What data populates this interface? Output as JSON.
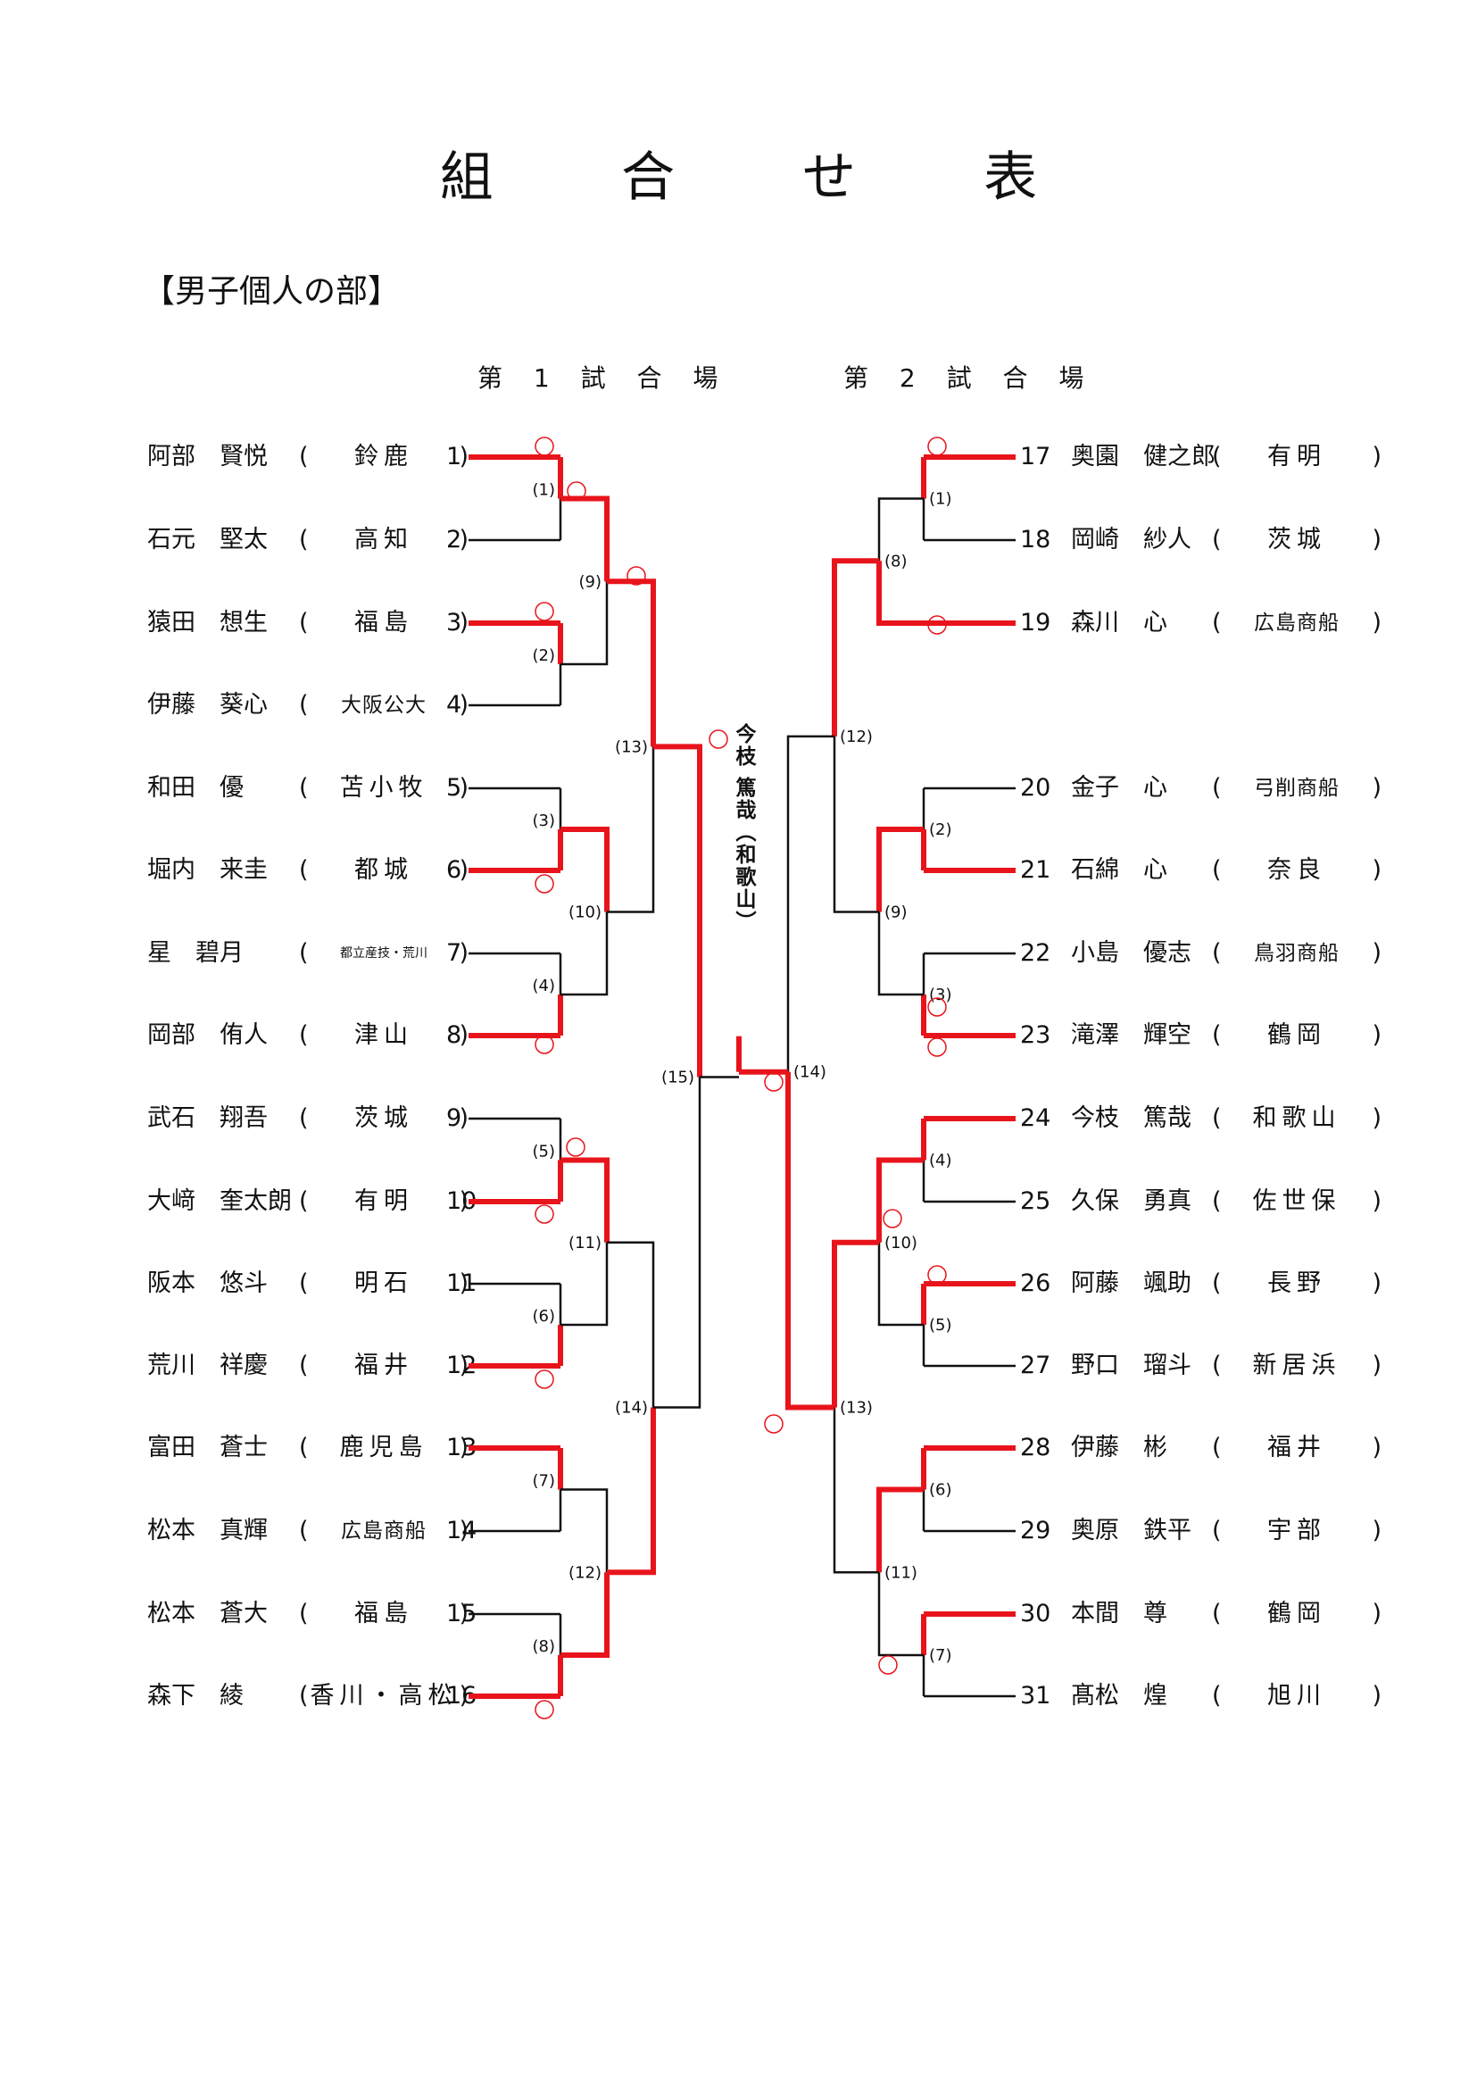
{
  "title": "組 合 せ 表",
  "division": "【男子個人の部】",
  "venues": [
    "第 1 試 合 場",
    "第 2 試 合 場"
  ],
  "winner": "今枝 篤哉（和歌山）",
  "colors": {
    "line": "#111111",
    "win": "#e8141b"
  },
  "left_players": [
    {
      "num": "1",
      "name": "阿部　賢悦",
      "school": "鈴鹿"
    },
    {
      "num": "2",
      "name": "石元　堅太",
      "school": "高知"
    },
    {
      "num": "3",
      "name": "猿田　想生",
      "school": "福島"
    },
    {
      "num": "4",
      "name": "伊藤　葵心",
      "school": "大阪公大"
    },
    {
      "num": "5",
      "name": "和田　優",
      "school": "苫小牧"
    },
    {
      "num": "6",
      "name": "堀内　来圭",
      "school": "都城"
    },
    {
      "num": "7",
      "name": "星　碧月",
      "school": "都立産技・荒川"
    },
    {
      "num": "8",
      "name": "岡部　侑人",
      "school": "津山"
    },
    {
      "num": "9",
      "name": "武石　翔吾",
      "school": "茨城"
    },
    {
      "num": "10",
      "name": "大﨑　奎太朗",
      "school": "有明"
    },
    {
      "num": "11",
      "name": "阪本　悠斗",
      "school": "明石"
    },
    {
      "num": "12",
      "name": "荒川　祥慶",
      "school": "福井"
    },
    {
      "num": "13",
      "name": "富田　蒼士",
      "school": "鹿児島"
    },
    {
      "num": "14",
      "name": "松本　真輝",
      "school": "広島商船"
    },
    {
      "num": "15",
      "name": "松本　蒼大",
      "school": "福島"
    },
    {
      "num": "16",
      "name": "森下　綾",
      "school": "香川・高松"
    }
  ],
  "right_players": [
    {
      "num": "17",
      "name": "奥園　健之郎",
      "school": "有明"
    },
    {
      "num": "18",
      "name": "岡崎　紗人",
      "school": "茨城"
    },
    {
      "num": "19",
      "name": "森川　心",
      "school": "広島商船"
    },
    {
      "num": "20",
      "name": "金子　心",
      "school": "弓削商船"
    },
    {
      "num": "21",
      "name": "石綿　心",
      "school": "奈良"
    },
    {
      "num": "22",
      "name": "小島　優志",
      "school": "鳥羽商船"
    },
    {
      "num": "23",
      "name": "滝澤　輝空",
      "school": "鶴岡"
    },
    {
      "num": "24",
      "name": "今枝　篤哉",
      "school": "和歌山"
    },
    {
      "num": "25",
      "name": "久保　勇真",
      "school": "佐世保"
    },
    {
      "num": "26",
      "name": "阿藤　颯助",
      "school": "長野"
    },
    {
      "num": "27",
      "name": "野口　瑠斗",
      "school": "新居浜"
    },
    {
      "num": "28",
      "name": "伊藤　彬",
      "school": "福井"
    },
    {
      "num": "29",
      "name": "奥原　鉄平",
      "school": "宇部"
    },
    {
      "num": "30",
      "name": "本間　尊",
      "school": "鶴岡"
    },
    {
      "num": "31",
      "name": "髙松　煌",
      "school": "旭川"
    }
  ],
  "left_matches": [
    "(1)",
    "(2)",
    "(3)",
    "(4)",
    "(5)",
    "(6)",
    "(7)",
    "(8)",
    "(9)",
    "(10)",
    "(11)",
    "(12)",
    "(13)",
    "(14)",
    "(15)"
  ],
  "right_matches": [
    "(1)",
    "(8)",
    "(12)",
    "(2)",
    "(9)",
    "(3)",
    "(14)",
    "(4)",
    "(10)",
    "(5)",
    "(13)",
    "(6)",
    "(11)",
    "(7)"
  ]
}
